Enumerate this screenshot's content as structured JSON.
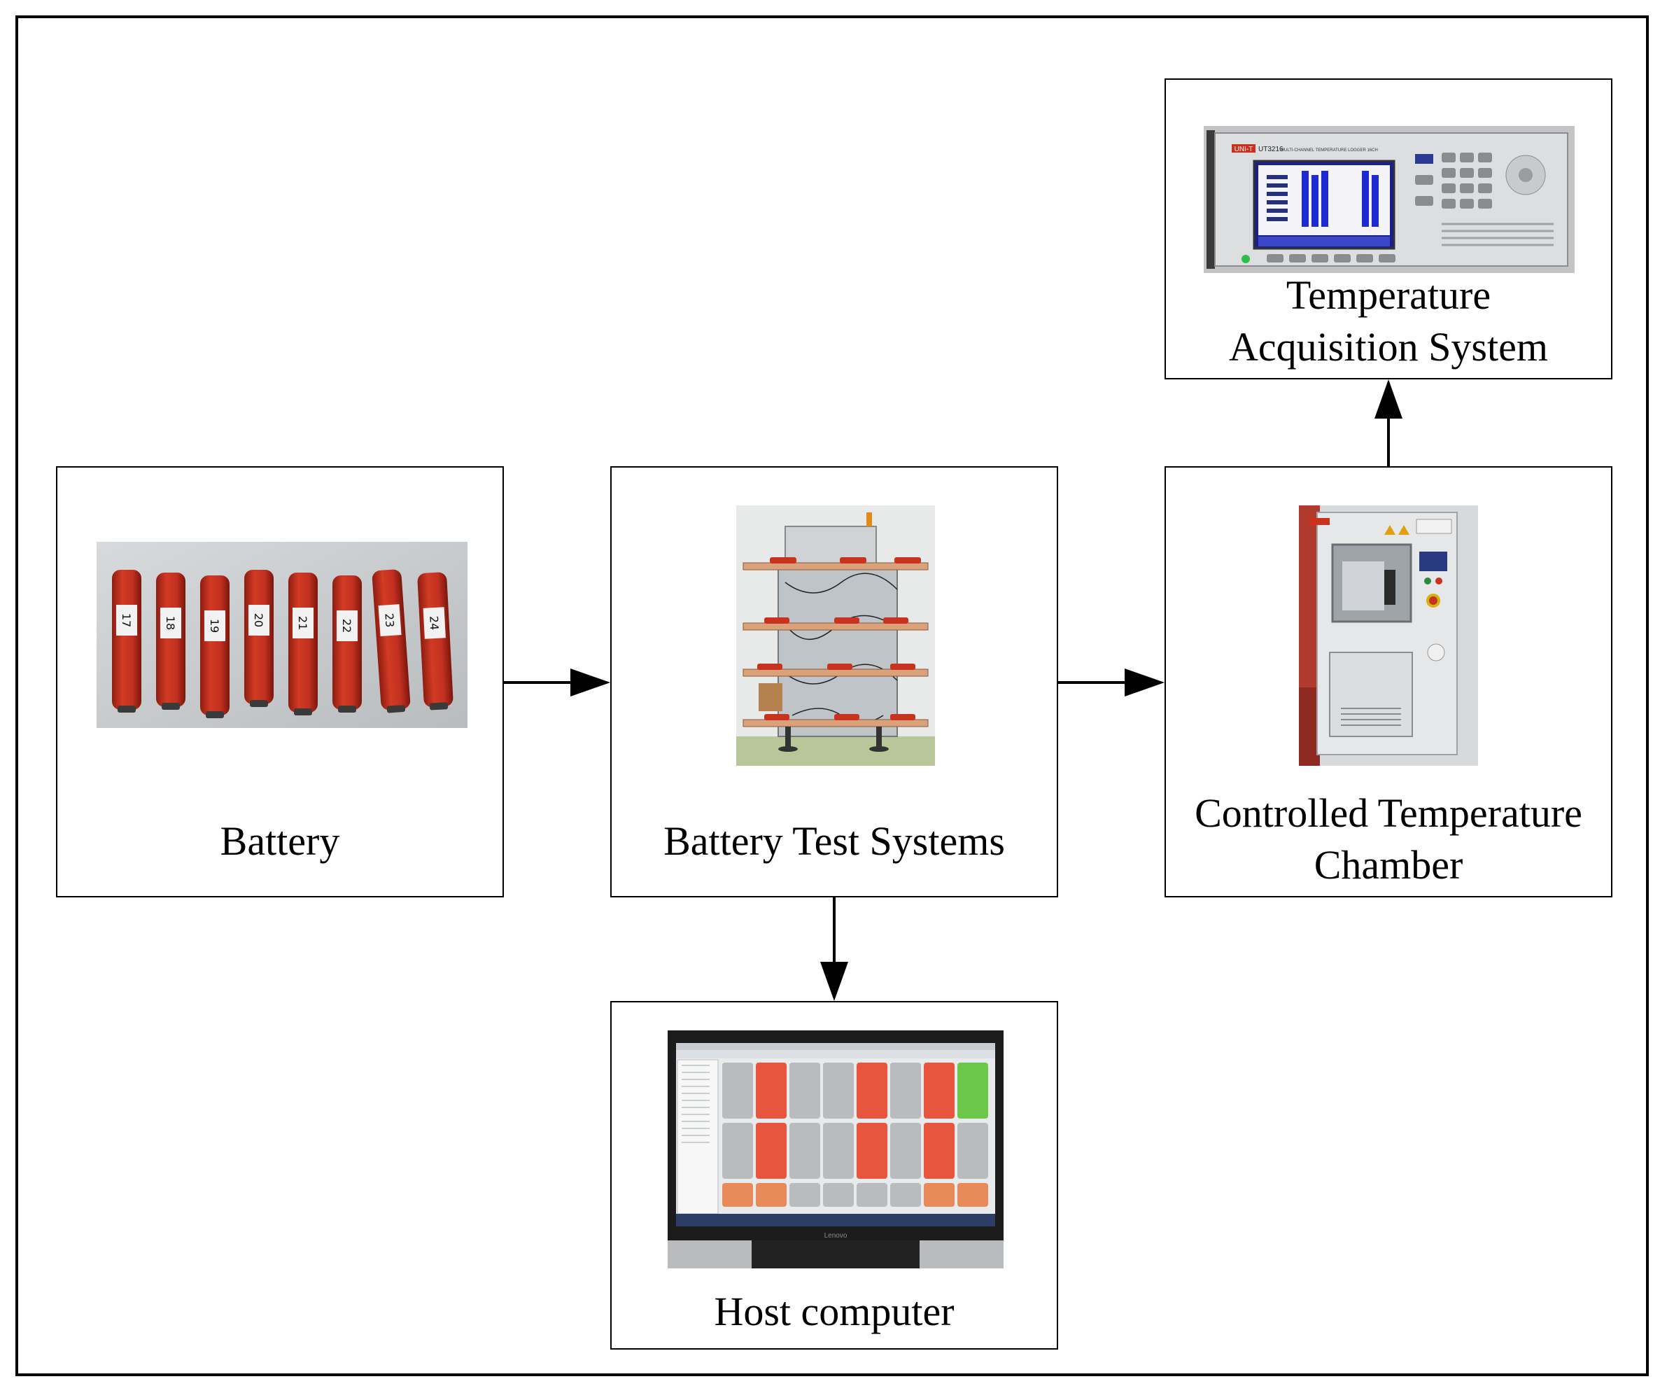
{
  "nodes": {
    "battery": {
      "label": "Battery",
      "image": "battery-cells-photo"
    },
    "test_systems": {
      "label": "Battery Test Systems",
      "image": "battery-test-rack-photo"
    },
    "chamber": {
      "label_line1": "Controlled Temperature",
      "label_line2": "Chamber",
      "image": "temperature-chamber-photo"
    },
    "acquisition": {
      "label_line1": "Temperature",
      "label_line2": "Acquisition System",
      "image": "temperature-logger-photo"
    },
    "host": {
      "label": "Host computer",
      "image": "host-computer-monitor-photo"
    }
  },
  "photo_text": {
    "cell_numbers": [
      "17",
      "18",
      "19",
      "20",
      "21",
      "22",
      "23",
      "24"
    ],
    "logger_brand": "UNI-T",
    "logger_model": "UT3216",
    "logger_subtitle": "MULTI-CHANNEL TEMPERATURE LOGGER 16CH",
    "monitor_brand": "Lenovo"
  },
  "edges": [
    {
      "from": "battery",
      "to": "test_systems"
    },
    {
      "from": "test_systems",
      "to": "chamber"
    },
    {
      "from": "test_systems",
      "to": "host"
    },
    {
      "from": "chamber",
      "to": "acquisition"
    }
  ],
  "colors": {
    "line": "#000000",
    "cell_red": "#c8321e",
    "screen_blue": "#1e2bd0",
    "frame": "#000000"
  }
}
